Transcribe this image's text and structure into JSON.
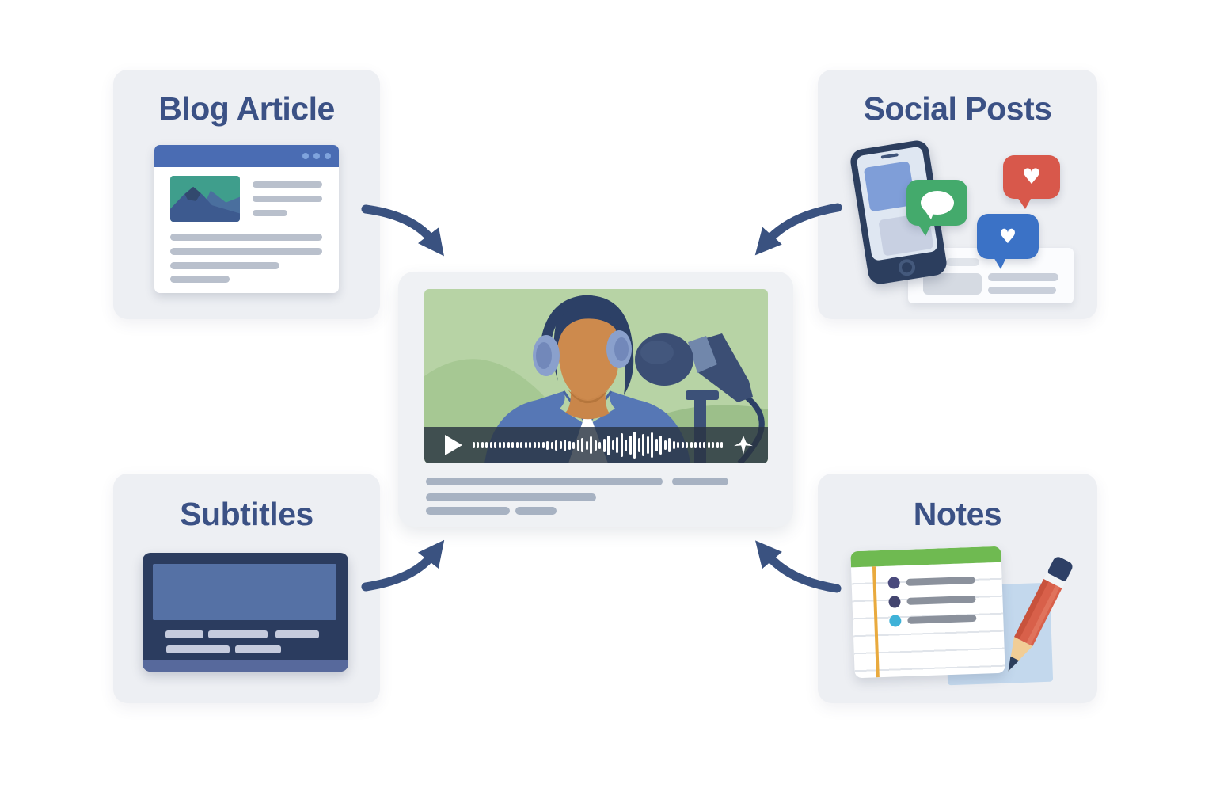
{
  "page": {
    "background": "#ffffff",
    "description": "Content repurposing diagram: four content formats with arrows pointing to a central podcast video player"
  },
  "cards": [
    {
      "id": "blog",
      "label": "Blog Article"
    },
    {
      "id": "social",
      "label": "Social Posts"
    },
    {
      "id": "subtitles",
      "label": "Subtitles"
    },
    {
      "id": "notes",
      "label": "Notes"
    }
  ],
  "center_player": {
    "waveform": [
      8,
      8,
      8,
      8,
      8,
      8,
      8,
      8,
      8,
      8,
      8,
      8,
      8,
      8,
      8,
      8,
      8,
      11,
      9,
      13,
      10,
      15,
      11,
      9,
      14,
      18,
      11,
      22,
      13,
      9,
      17,
      25,
      12,
      20,
      30,
      15,
      24,
      34,
      18,
      28,
      22,
      32,
      16,
      24,
      12,
      18,
      10,
      8,
      8,
      8,
      8,
      8,
      8,
      8,
      8,
      8,
      8,
      8
    ]
  },
  "icons": {
    "heart": "♥",
    "play": "play-icon",
    "plane": "send-plane-icon",
    "speech": "speech-bubble-icon"
  },
  "colors": {
    "card_bg": "#edeff3",
    "title_text": "#3b5185",
    "arrow": "#3a5280",
    "browser_header": "#4a6cb3",
    "video_green": "#b7d3a5",
    "bubble_green": "#44aa6c",
    "bubble_red": "#d8584b",
    "bubble_blue": "#3b72c6",
    "notes_green": "#6fba51",
    "pencil_red": "#d8604a",
    "tv_navy": "#2b3c5f"
  }
}
